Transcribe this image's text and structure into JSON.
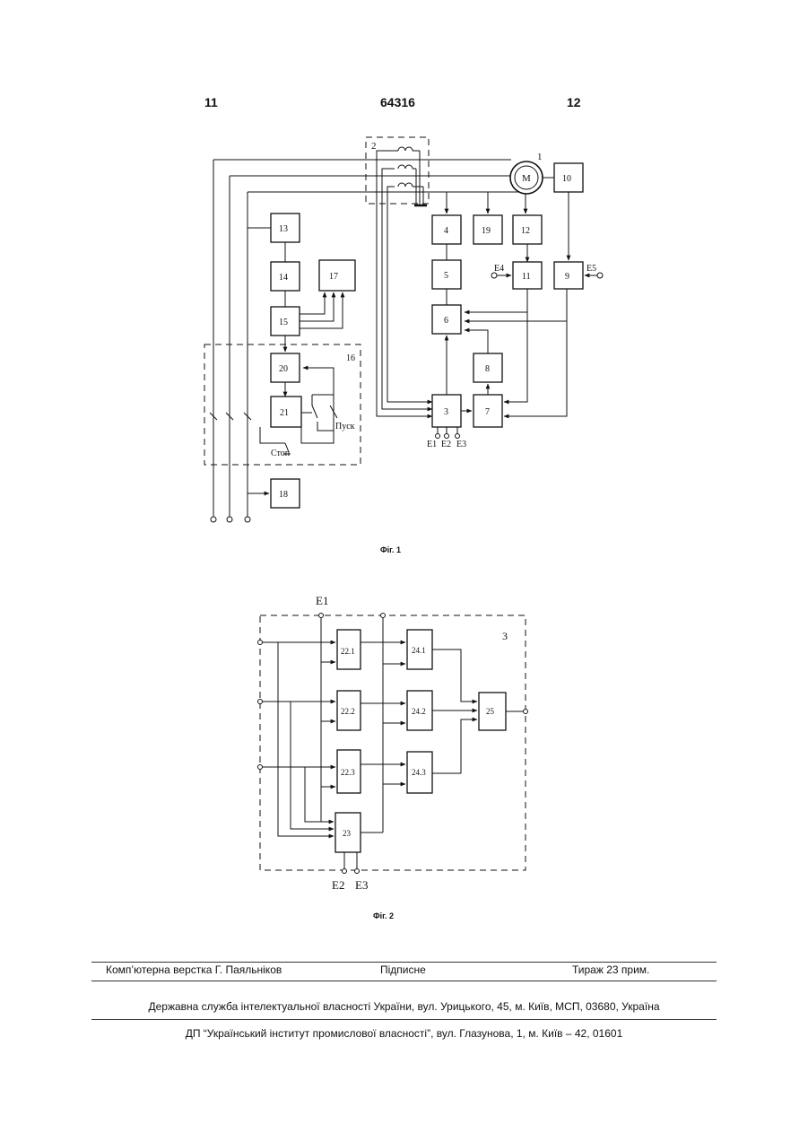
{
  "header": {
    "left_page": "11",
    "patent_number": "64316",
    "right_page": "12"
  },
  "fig1": {
    "caption": "Фіг. 1",
    "motor_label": "M",
    "blocks": [
      "1",
      "2",
      "3",
      "4",
      "5",
      "6",
      "7",
      "8",
      "9",
      "10",
      "11",
      "12",
      "13",
      "14",
      "15",
      "16",
      "17",
      "18",
      "19",
      "20",
      "21"
    ],
    "start_label": "Пуск",
    "stop_label": "Стоп",
    "inputs": [
      "E1",
      "E2",
      "E3",
      "E4",
      "E5"
    ]
  },
  "fig2": {
    "caption": "Фіг. 2",
    "block_group": "3",
    "blocks": [
      "22.1",
      "22.2",
      "22.3",
      "23",
      "24.1",
      "24.2",
      "24.3",
      "25"
    ],
    "inputs": [
      "E1",
      "E2",
      "E3"
    ]
  },
  "footer": {
    "layout": "Комп’ютерна верстка Г. Паяльніков",
    "signed": "Підписне",
    "print_run": "Тираж 23 прим.",
    "office": "Державна служба інтелектуальної власності України, вул. Урицького, 45, м. Київ, МСП, 03680, Україна",
    "institute": "ДП “Український інститут промислової власності”, вул. Глазунова, 1, м. Київ – 42, 01601"
  }
}
